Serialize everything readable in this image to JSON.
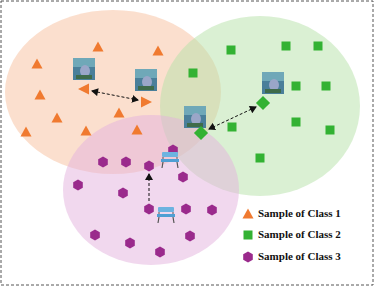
{
  "diagram": {
    "legend": [
      {
        "text": "Sample of Class 1"
      },
      {
        "text": "Sample of Class 2"
      },
      {
        "text": "Sample of Class 3"
      }
    ]
  }
}
